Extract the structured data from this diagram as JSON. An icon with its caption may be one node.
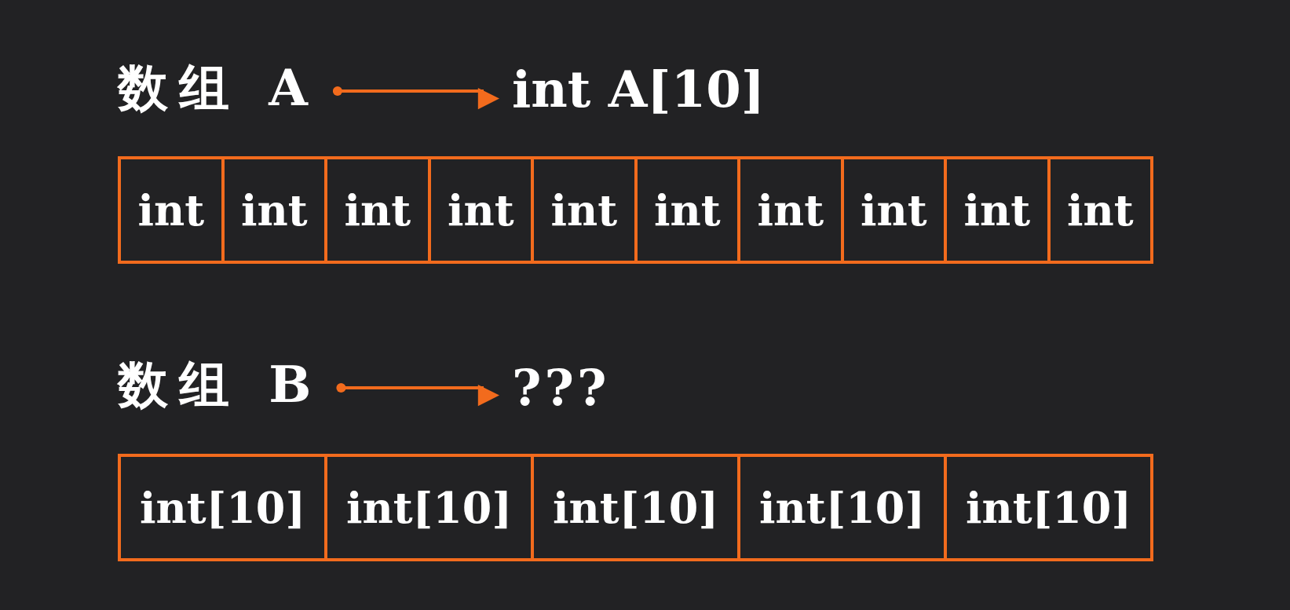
{
  "diagram": {
    "nodes": [
      {
        "text": [
          "数组 A"
        ]
      },
      {
        "text": [
          "int A[10]"
        ]
      },
      {
        "text": [
          "int"
        ]
      },
      {
        "text": [
          "int"
        ]
      },
      {
        "text": [
          "int"
        ]
      },
      {
        "text": [
          "int"
        ]
      },
      {
        "text": [
          "int"
        ]
      },
      {
        "text": [
          "int"
        ]
      },
      {
        "text": [
          "int"
        ]
      },
      {
        "text": [
          "int"
        ]
      },
      {
        "text": [
          "int"
        ]
      },
      {
        "text": [
          "int"
        ]
      },
      {
        "text": [
          "数组 B"
        ]
      },
      {
        "text": [
          "???"
        ]
      },
      {
        "text": [
          "int[10]"
        ]
      },
      {
        "text": [
          "int[10]"
        ]
      },
      {
        "text": [
          "int[10]"
        ]
      },
      {
        "text": [
          "int[10]"
        ]
      },
      {
        "text": [
          "int[10]"
        ]
      }
    ],
    "edges": [
      {
        "from": 0,
        "to": 1,
        "arrow": "to"
      },
      {
        "from": 12,
        "to": 13,
        "arrow": "to"
      }
    ]
  }
}
